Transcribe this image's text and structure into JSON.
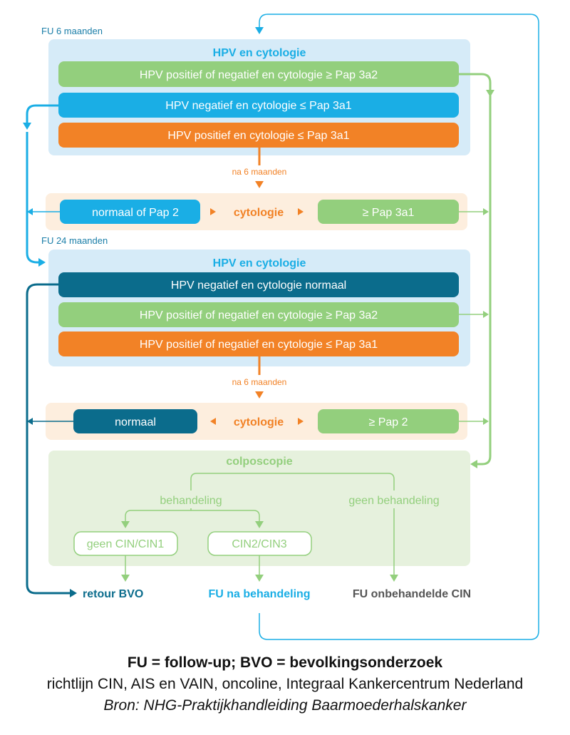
{
  "colors": {
    "blue": "#1aaee5",
    "dark_blue": "#0b6c8c",
    "orange": "#f28226",
    "green": "#93cf7d",
    "light_blue_bg": "#d6ebf8",
    "light_orange_bg": "#fdeede",
    "light_green_bg": "#e6f1dd",
    "gray_text": "#555555"
  },
  "fu6": {
    "label": "FU 6 maanden",
    "title": "HPV en cytologie",
    "row1": "HPV positief of negatief en cytologie ≥ Pap 3a2",
    "row2": "HPV negatief en cytologie ≤ Pap 3a1",
    "row3": "HPV positief en cytologie ≤ Pap 3a1"
  },
  "after6_1": {
    "label": "na 6 maanden"
  },
  "cyto1": {
    "left": "normaal of Pap 2",
    "center": "cytologie",
    "right": "≥ Pap 3a1"
  },
  "fu24": {
    "label": "FU 24 maanden",
    "title": "HPV en cytologie",
    "row1": "HPV negatief en cytologie normaal",
    "row2": "HPV positief of negatief en cytologie ≥ Pap 3a2",
    "row3": "HPV positief of negatief en cytologie ≤ Pap 3a1"
  },
  "after6_2": {
    "label": "na 6 maanden"
  },
  "cyto2": {
    "left": "normaal",
    "center": "cytologie",
    "right": "≥ Pap 2"
  },
  "colpo": {
    "title": "colposcopie",
    "treatment": "behandeling",
    "no_treatment": "geen behandeling",
    "box_left": "geen CIN/CIN1",
    "box_right": "CIN2/CIN3"
  },
  "outcomes": {
    "retour": "retour BVO",
    "fu_after": "FU na behandeling",
    "fu_untreated": "FU onbehandelde CIN"
  },
  "caption": {
    "line1": "FU = follow-up; BVO = bevolkingsonderzoek",
    "line2": "richtlijn CIN, AIS en VAIN, oncoline, Integraal Kankercentrum Nederland",
    "line3": "Bron: NHG-Praktijkhandleiding Baarmoederhalskanker"
  }
}
